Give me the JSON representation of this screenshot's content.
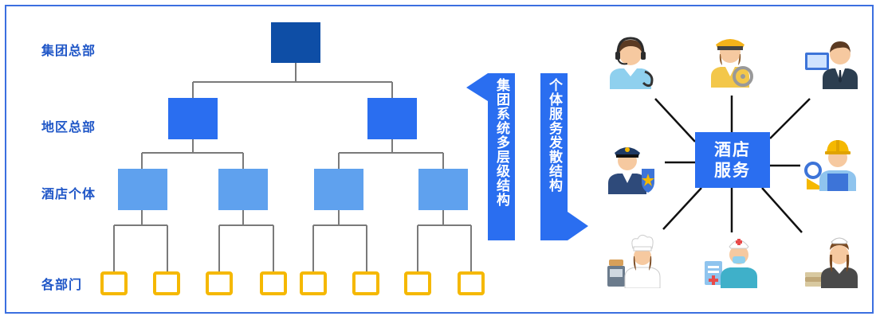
{
  "levels": {
    "group_hq": "集团总部",
    "regional_hq": "地区总部",
    "hotel": "酒店个体",
    "departments": "各部门"
  },
  "arrows": {
    "up_text": "集团系统多层级结构",
    "down_text": "个体服务发散结构"
  },
  "center": {
    "line1": "酒店",
    "line2": "服务"
  },
  "colors": {
    "frame": "#3b6fe0",
    "level1": "#0e4ea6",
    "level2": "#2a6ef0",
    "level3": "#5fa1ee",
    "level4": "#f5b800",
    "label": "#1f56c7",
    "arrow": "#2a6ef0"
  },
  "workers": [
    {
      "icon": "call-center-operator-icon"
    },
    {
      "icon": "driver-icon"
    },
    {
      "icon": "office-worker-icon"
    },
    {
      "icon": "security-guard-icon"
    },
    {
      "icon": "engineer-icon"
    },
    {
      "icon": "chef-icon"
    },
    {
      "icon": "nurse-icon"
    },
    {
      "icon": "housekeeper-icon"
    }
  ]
}
